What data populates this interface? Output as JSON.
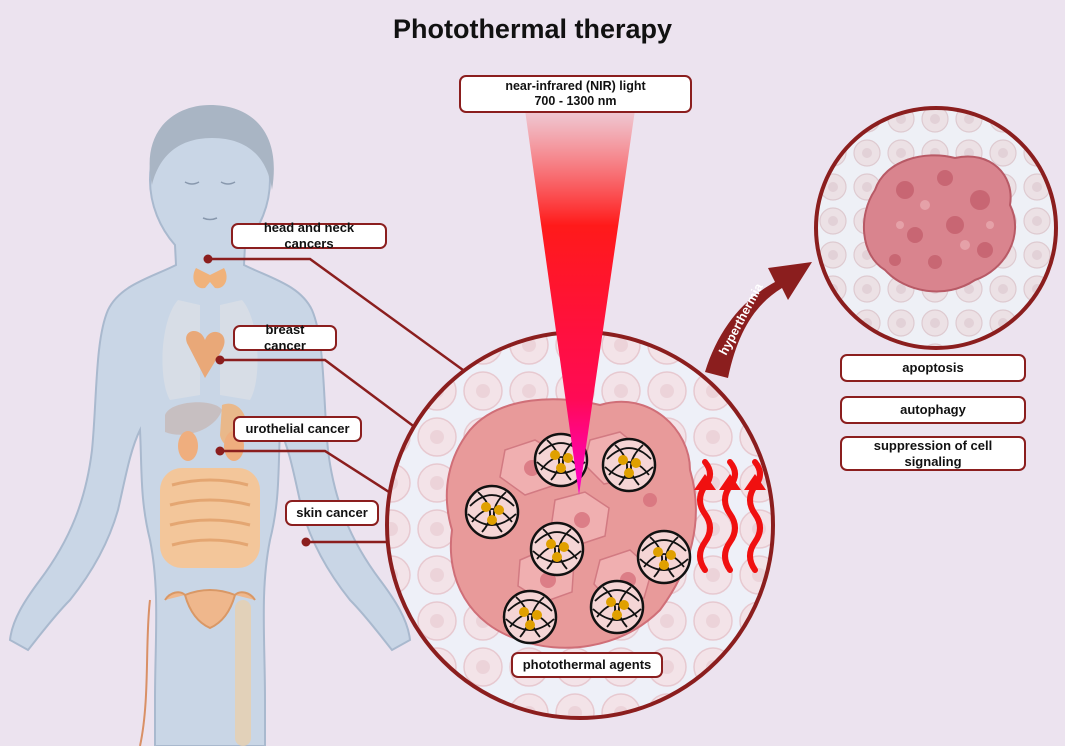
{
  "title": "Photothermal therapy",
  "light": {
    "line1": "near-infrared (NIR) light",
    "line2": "700 - 1300 nm"
  },
  "organs": [
    {
      "label": "head and neck cancers"
    },
    {
      "label": "breast cancer"
    },
    {
      "label": "urothelial cancer"
    },
    {
      "label": "skin cancer"
    }
  ],
  "arrow_label": "hyperthermia",
  "agents_label": "photothermal agents",
  "effects": [
    {
      "label": "apoptosis"
    },
    {
      "label": "autophagy"
    },
    {
      "label": "suppression of cell signaling"
    }
  ],
  "colors": {
    "background": "#ece3ef",
    "accent": "#8b1e1e",
    "beam_top": "#ff2a2a",
    "beam_bottom": "#ff00c8",
    "body": "#c9d6e6",
    "organs": "#f0c290",
    "tumor": "#e58a8a",
    "agent": "#e0a000"
  }
}
